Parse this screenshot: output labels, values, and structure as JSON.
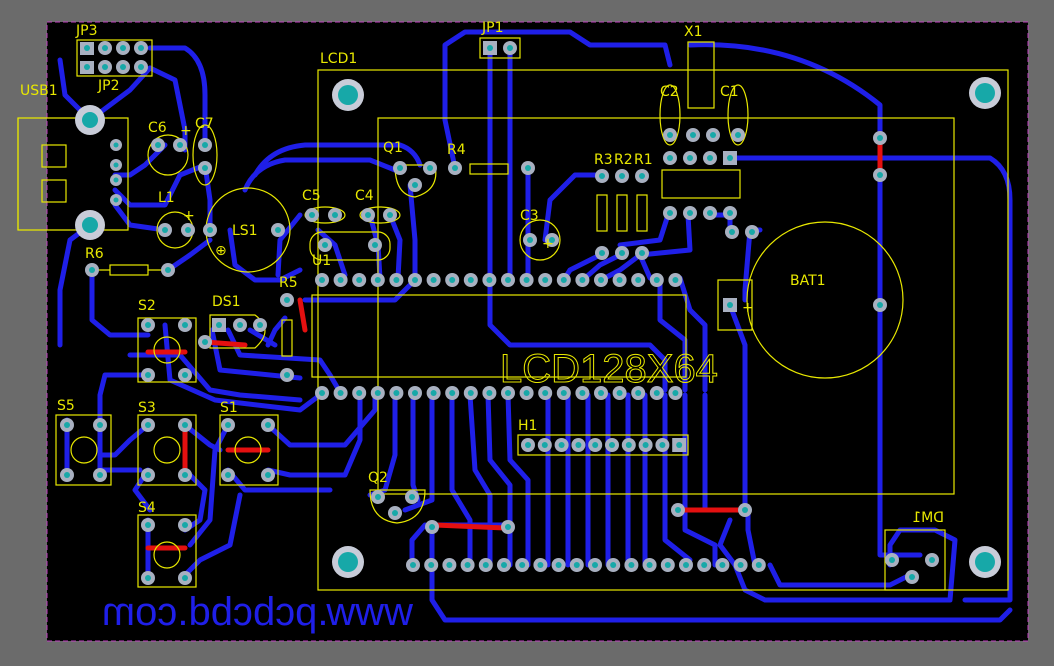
{
  "labels": {
    "jp3": "JP3",
    "jp2": "JP2",
    "usb1": "USB1",
    "c6": "C6",
    "c7": "C7",
    "l1": "L1",
    "ls1": "LS1",
    "r6": "R6",
    "s2": "S2",
    "ds1": "DS1",
    "s5": "S5",
    "s3": "S3",
    "s1": "S1",
    "s4": "S4",
    "lcd1": "LCD1",
    "jp1": "JP1",
    "x1": "X1",
    "c2": "C2",
    "c1": "C1",
    "q1": "Q1",
    "r4": "R4",
    "r3": "R3",
    "r2": "R2",
    "r1": "R1",
    "c5": "C5",
    "c4": "C4",
    "u1": "U1",
    "c3": "C3",
    "r5": "R5",
    "bat1": "BAT1",
    "lcd_big": "LCD128X64",
    "h1": "H1",
    "q2": "Q2",
    "dm1": "DM1",
    "website": "www.pcbcbd.com"
  },
  "colors": {
    "board": "#000000",
    "outline": "#c040c0",
    "trace_bottom": "#1f1fe8",
    "trace_top": "#e41010",
    "silk": "#e8e800",
    "pad": "#a8b0c0",
    "drill": "#17a8a8",
    "website_text": "#1f1fe8"
  }
}
